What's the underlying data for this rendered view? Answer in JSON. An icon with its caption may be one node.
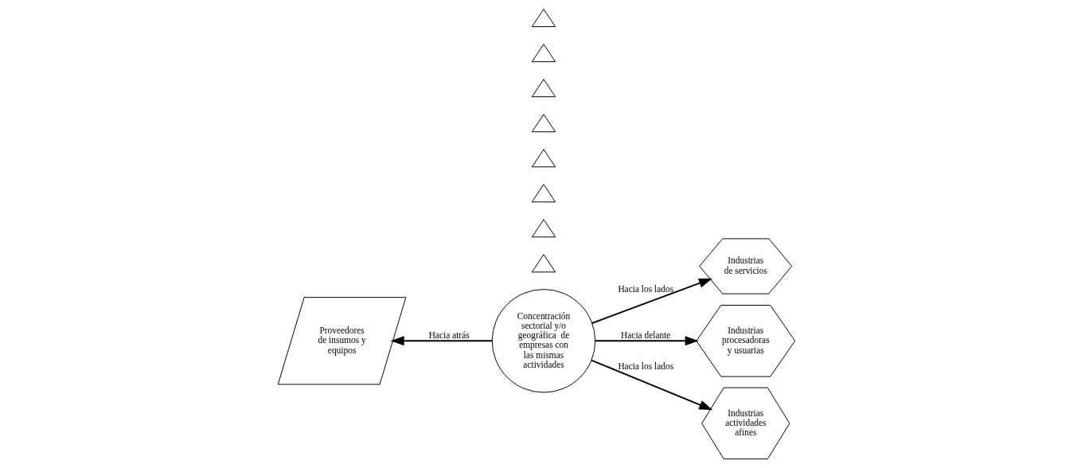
{
  "diagram": {
    "nodes": [
      {
        "text": [
          "Concentración sectorial y/o geográfica  de empresas con las mismas actividades"
        ]
      },
      {
        "text": [
          "Proveedores de insumos y equipos"
        ]
      },
      {
        "text": [
          "Industrias de servicios"
        ]
      },
      {
        "text": [
          "Industrias procesadoras y usuarias"
        ]
      },
      {
        "text": [
          "Industrias actividades afines"
        ]
      },
      {
        "text": [],
        "shape": "triangle"
      },
      {
        "text": [],
        "shape": "triangle"
      },
      {
        "text": [],
        "shape": "triangle"
      },
      {
        "text": [],
        "shape": "triangle"
      },
      {
        "text": [],
        "shape": "triangle"
      },
      {
        "text": [],
        "shape": "triangle"
      },
      {
        "text": [],
        "shape": "triangle"
      },
      {
        "text": [],
        "shape": "triangle"
      }
    ],
    "edges": [
      {
        "from": 0,
        "to": 1,
        "arrow": "to",
        "label": "Hacia atrás"
      },
      {
        "from": 0,
        "to": 2,
        "arrow": "to",
        "label": "Hacia los lados"
      },
      {
        "from": 0,
        "to": 3,
        "arrow": "to",
        "label": "Hacia delante"
      },
      {
        "from": 0,
        "to": 4,
        "arrow": "to",
        "label": "Hacia los lados"
      }
    ]
  }
}
